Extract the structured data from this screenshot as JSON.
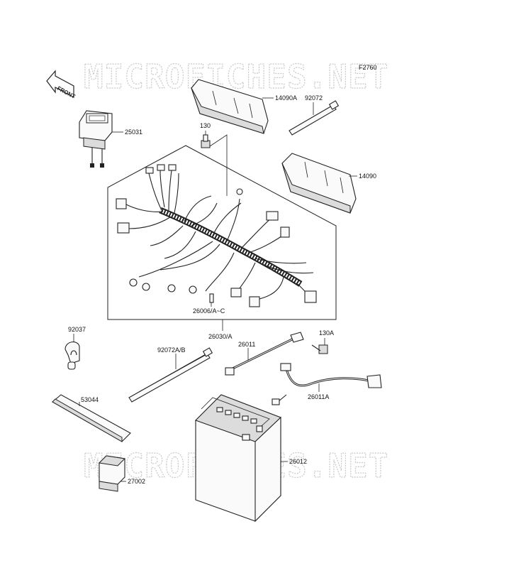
{
  "diagram_code": "F2760",
  "front_label": "FRONT",
  "watermark": "MICROFICHES.NET",
  "parts": {
    "p14090A": "14090A",
    "p92072": "92072",
    "p130": "130",
    "p25031": "25031",
    "p14090": "14090",
    "p26006": "26006/A~C",
    "p26030": "26030/A",
    "p92037": "92037",
    "p130A": "130A",
    "p26011": "26011",
    "p92072AB": "92072A/B",
    "p26011A": "26011A",
    "p53044": "53044",
    "p26012": "26012",
    "p27002": "27002"
  }
}
